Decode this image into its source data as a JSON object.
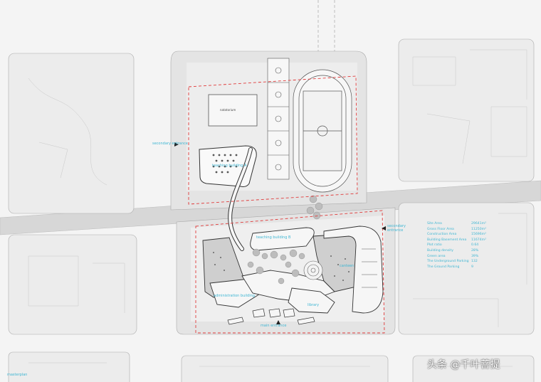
{
  "labels": {
    "secondary_entrance_left": "secondary entrance",
    "secondary_entrance_right": "secondary entrance",
    "main_entrance": "main entrance",
    "masterplan": "masterplan",
    "sports_hall": "natatorium",
    "teaching_building_a": "teaching building A",
    "teaching_building_b": "teaching building B",
    "administration_building": "administration building",
    "library": "library",
    "canteen": "canteen"
  },
  "stats": [
    {
      "key": "Site Area",
      "value": "29641m²"
    },
    {
      "key": "Gross Floor Area",
      "value": "11250m²"
    },
    {
      "key": "Construction Area",
      "value": "15696m²"
    },
    {
      "key": "Building Basement Area",
      "value": "11674m²"
    },
    {
      "key": "Plot ratio",
      "value": "0.64"
    },
    {
      "key": "Building density",
      "value": "28%"
    },
    {
      "key": "Green area",
      "value": "39%"
    },
    {
      "key": "The Underground Parking",
      "value": "132"
    },
    {
      "key": "The Ground Parking",
      "value": "9"
    }
  ],
  "watermark": "头条 @千叶菩提",
  "colors": {
    "background": "#f4f4f4",
    "block": "#e6e6e6",
    "road": "#d6d6d6",
    "boundary": "#e03a3a",
    "accent": "#3fb6d3",
    "tree": "#bdbdbd"
  },
  "icons": [
    "entrance-arrow-icon"
  ]
}
